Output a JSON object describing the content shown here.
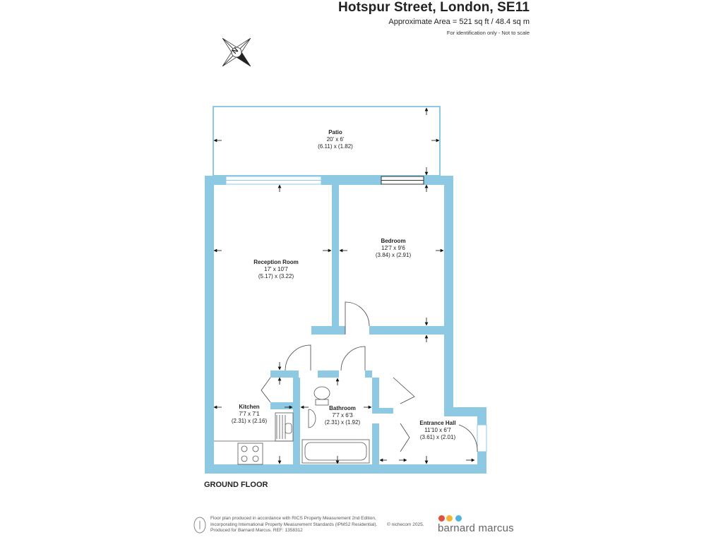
{
  "header": {
    "title": "Hotspur Street, London, SE11",
    "area": "Approximate Area = 521 sq ft / 48.4 sq m",
    "note": "For identification only - Not to scale"
  },
  "compass": {
    "letter": "N"
  },
  "rooms": [
    {
      "name": "Patio",
      "imperial": "20' x 6'",
      "metric": "(6.11) x (1.82)"
    },
    {
      "name": "Bedroom",
      "imperial": "12'7 x 9'6",
      "metric": "(3.84) x (2.91)"
    },
    {
      "name": "Reception Room",
      "imperial": "17' x 10'7",
      "metric": "(5.17) x (3.22)"
    },
    {
      "name": "Kitchen",
      "imperial": "7'7 x 7'1",
      "metric": "(2.31) x (2.16)"
    },
    {
      "name": "Bathroom",
      "imperial": "7'7 x 6'3",
      "metric": "(2.31) x (1.92)"
    },
    {
      "name": "Entrance Hall",
      "imperial": "11'10 x 6'7",
      "metric": "(3.61) x (2.01)"
    }
  ],
  "floor_label": "GROUND FLOOR",
  "footer": {
    "line1": "Floor plan produced in accordance with RICS Property Measurement 2nd Edition,",
    "line2": "Incorporating International Property Measurement Standards (IPMS2 Residential).",
    "line3": "Produced for Barnard Marcus.   REF: 1358312",
    "copyright": "© nichecom 2025.",
    "brand": "barnard marcus"
  },
  "colors": {
    "wall": "#8ec9e3",
    "wall_edge": "#6fb3d3",
    "brand_red": "#e2503c",
    "brand_yellow": "#f2b632",
    "brand_green": "#8bc34a",
    "brand_blue": "#4fb3e0"
  }
}
